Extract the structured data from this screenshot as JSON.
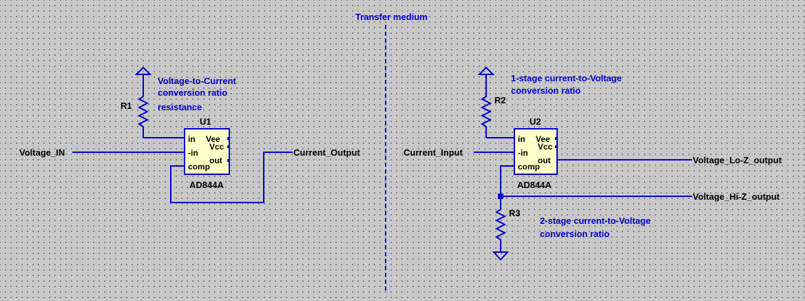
{
  "divider": {
    "label": "Transfer medium"
  },
  "left": {
    "resistor": {
      "ref": "R1"
    },
    "note": [
      "Voltage-to-Current",
      "conversion ratio",
      "resistance"
    ],
    "ic": {
      "ref": "U1",
      "part": "AD844A",
      "pins": {
        "in": "in",
        "neg_in": "-in",
        "comp": "comp",
        "vee": "Vee",
        "vcc": "Vcc",
        "out": "out"
      }
    },
    "nets": {
      "input": "Voltage_IN",
      "output": "Current_Output"
    }
  },
  "right": {
    "resistor_top": {
      "ref": "R2"
    },
    "resistor_bottom": {
      "ref": "R3"
    },
    "note_top": [
      "1-stage current-to-Voltage",
      "conversion ratio"
    ],
    "note_bottom": [
      "2-stage current-to-Voltage",
      "conversion ratio"
    ],
    "ic": {
      "ref": "U2",
      "part": "AD844A",
      "pins": {
        "in": "in",
        "neg_in": "-in",
        "comp": "comp",
        "vee": "Vee",
        "vcc": "Vcc",
        "out": "out"
      }
    },
    "nets": {
      "input": "Current_Input",
      "output_lo": "Voltage_Lo-Z_output",
      "output_hi": "Voltage_Hi-Z_output"
    }
  },
  "colors": {
    "wire": "#0000cc",
    "ic_fill": "#ffffc8",
    "background": "#c8c8c8",
    "grid_dot": "#6e6e6e"
  }
}
